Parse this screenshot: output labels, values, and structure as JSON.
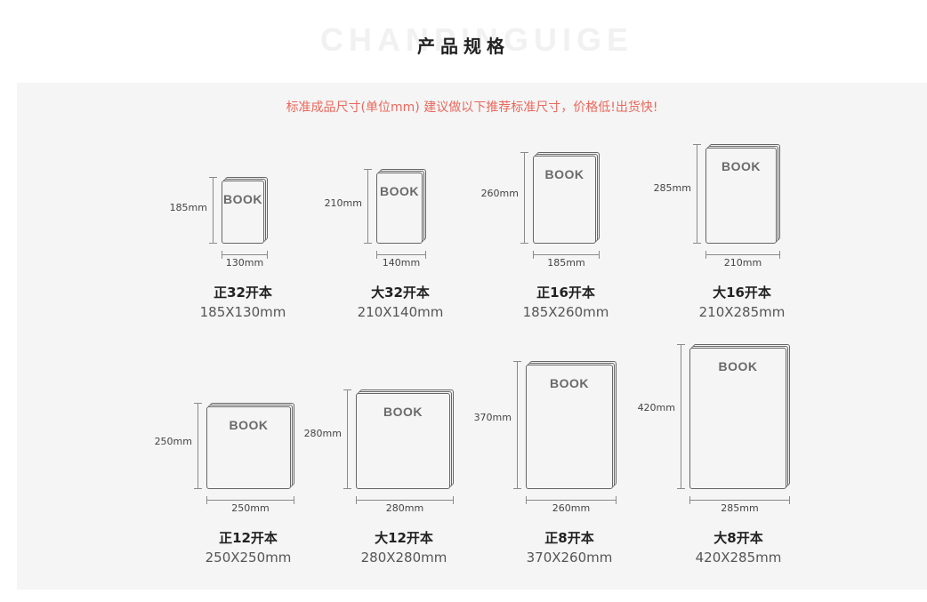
{
  "header": {
    "background_text": "CHANPINGUIGE",
    "title": "产品规格"
  },
  "notice": "标准成品尺寸(单位mm) 建议做以下推荐标准尺寸，价格低!出货快!",
  "book_label": "BOOK",
  "items": [
    {
      "name": "正32开本",
      "size": "185X130mm",
      "height_label": "185mm",
      "width_label": "130mm"
    },
    {
      "name": "大32开本",
      "size": "210X140mm",
      "height_label": "210mm",
      "width_label": "140mm"
    },
    {
      "name": "正16开本",
      "size": "185X260mm",
      "height_label": "260mm",
      "width_label": "185mm"
    },
    {
      "name": "大16开本",
      "size": "210X285mm",
      "height_label": "285mm",
      "width_label": "210mm"
    },
    {
      "name": "正12开本",
      "size": "250X250mm",
      "height_label": "250mm",
      "width_label": "250mm"
    },
    {
      "name": "大12开本",
      "size": "280X280mm",
      "height_label": "280mm",
      "width_label": "280mm"
    },
    {
      "name": "正8开本",
      "size": "370X260mm",
      "height_label": "370mm",
      "width_label": "260mm"
    },
    {
      "name": "大8开本",
      "size": "420X285mm",
      "height_label": "420mm",
      "width_label": "285mm"
    }
  ],
  "colors": {
    "notice": "#e9685d",
    "panel": "#f5f5f5",
    "book_border": "#666666"
  }
}
